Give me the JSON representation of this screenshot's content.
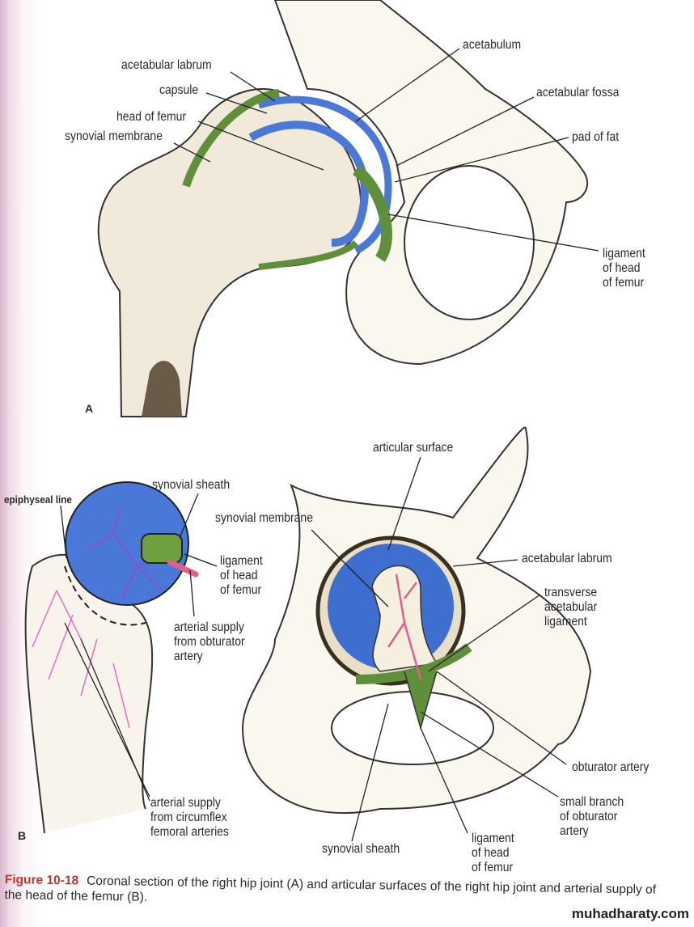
{
  "panel_a": {
    "letter": "A",
    "labels": {
      "acetabulum": "acetabulum",
      "acetabular_labrum": "acetabular labrum",
      "capsule": "capsule",
      "head_of_femur": "head of femur",
      "synovial_membrane": "synovial membrane",
      "acetabular_fossa": "acetabular fossa",
      "pad_of_fat": "pad of fat",
      "ligament_head": [
        "ligament",
        "of head",
        "of femur"
      ]
    }
  },
  "panel_b": {
    "letter": "B",
    "labels": {
      "articular_surface": "articular surface",
      "synovial_sheath_top": "synovial sheath",
      "epiphyseal_line": "epiphyseal line",
      "synovial_membrane": "synovial membrane",
      "ligament_head_left": [
        "ligament",
        "of head",
        "of femur"
      ],
      "acetabular_labrum": "acetabular labrum",
      "transverse_ligament": [
        "transverse",
        "acetabular",
        "ligament"
      ],
      "arterial_obturator": [
        "arterial supply",
        "from obturator",
        "artery"
      ],
      "obturator_artery": "obturator artery",
      "arterial_circumflex": [
        "arterial supply",
        "from circumflex",
        "femoral arteries"
      ],
      "small_branch": [
        "small branch",
        "of obturator",
        "artery"
      ],
      "ligament_head_bottom": [
        "ligament",
        "of head",
        "of femur"
      ],
      "synovial_sheath_bottom": "synovial sheath"
    }
  },
  "caption": {
    "figure_number": "Figure 10-18",
    "text": "Coronal section of the right hip joint (A) and articular surfaces of the right hip joint and arterial supply of the head of the femur (B)."
  },
  "watermark": "muhadharaty.com",
  "colors": {
    "cartilage": "#4a78d8",
    "ligament": "#5f8f3a",
    "artery": "#e0608a",
    "caption_red": "#c8302a"
  }
}
